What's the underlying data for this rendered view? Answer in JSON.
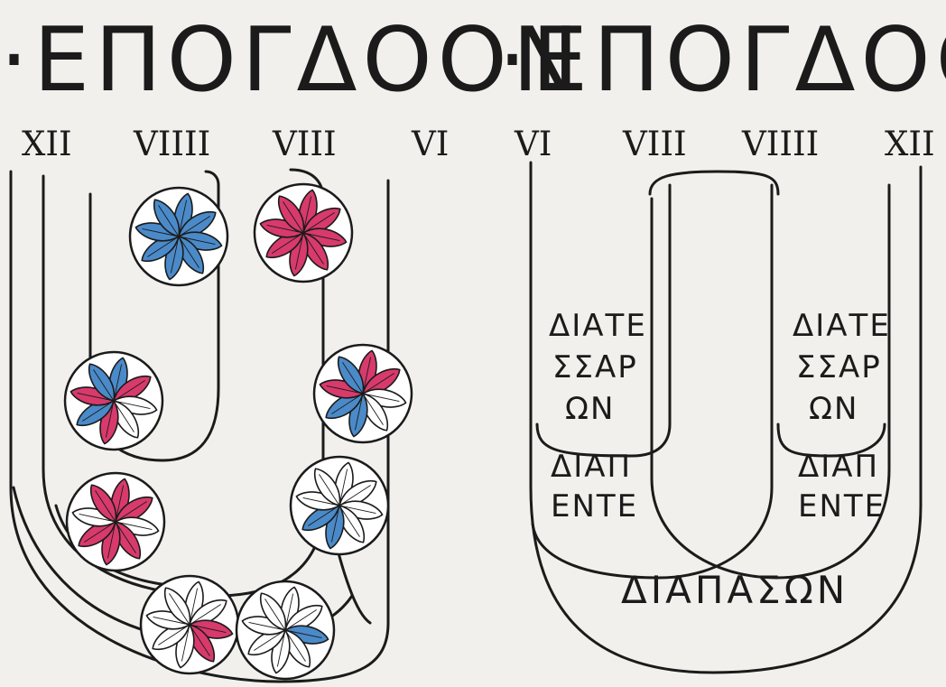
{
  "titles": {
    "left": "·ΕΠΟΓΔΟΟΝ",
    "right": "·ΕΠΟΓΔΟΟΝ"
  },
  "left_labels": [
    "XII",
    "VIIII",
    "VIII",
    "VI"
  ],
  "right_labels": [
    "VI",
    "VIII",
    "VIIII",
    "XII"
  ],
  "intervals": {
    "diatessaron_left": [
      "ΔΙΑΤΕ",
      "ΣΣΑΡ",
      "ΩΝ"
    ],
    "diatessaron_right": [
      "ΔΙΑΤΕ",
      "ΣΣΑΡ",
      "ΩΝ"
    ],
    "diapente_left": [
      "ΔΙΑΠ",
      "ΕΝΤΕ"
    ],
    "diapente_right": [
      "ΔΙΑΠ",
      "ΕΝΤΕ"
    ],
    "diapason": "ΔΙΑΠΑΣΩΝ"
  },
  "colors": {
    "ink": "#1b1b1b",
    "blue": "#4a8ac9",
    "red": "#d83a6c",
    "paper": "#f1f0ec"
  },
  "rosettes": [
    {
      "id": "r1",
      "petals": [
        "blue",
        "blue",
        "blue",
        "blue",
        "blue",
        "blue",
        "blue",
        "blue"
      ]
    },
    {
      "id": "r2",
      "petals": [
        "red",
        "red",
        "red",
        "red",
        "red",
        "red",
        "red",
        "red"
      ]
    },
    {
      "id": "r3",
      "petals": [
        "blue",
        "red",
        "white",
        "white",
        "red",
        "blue",
        "red",
        "blue"
      ]
    },
    {
      "id": "r4",
      "petals": [
        "red",
        "red",
        "white",
        "white",
        "blue",
        "blue",
        "red",
        "blue"
      ]
    },
    {
      "id": "r5",
      "petals": [
        "red",
        "red",
        "white",
        "red",
        "red",
        "red",
        "white",
        "red"
      ]
    },
    {
      "id": "r6",
      "petals": [
        "white",
        "white",
        "white",
        "white",
        "blue",
        "blue",
        "white",
        "white"
      ]
    },
    {
      "id": "r7",
      "petals": [
        "white",
        "white",
        "red",
        "red",
        "white",
        "white",
        "white",
        "white"
      ]
    },
    {
      "id": "r8",
      "petals": [
        "white",
        "white",
        "blue",
        "white",
        "white",
        "white",
        "white",
        "white"
      ]
    }
  ]
}
